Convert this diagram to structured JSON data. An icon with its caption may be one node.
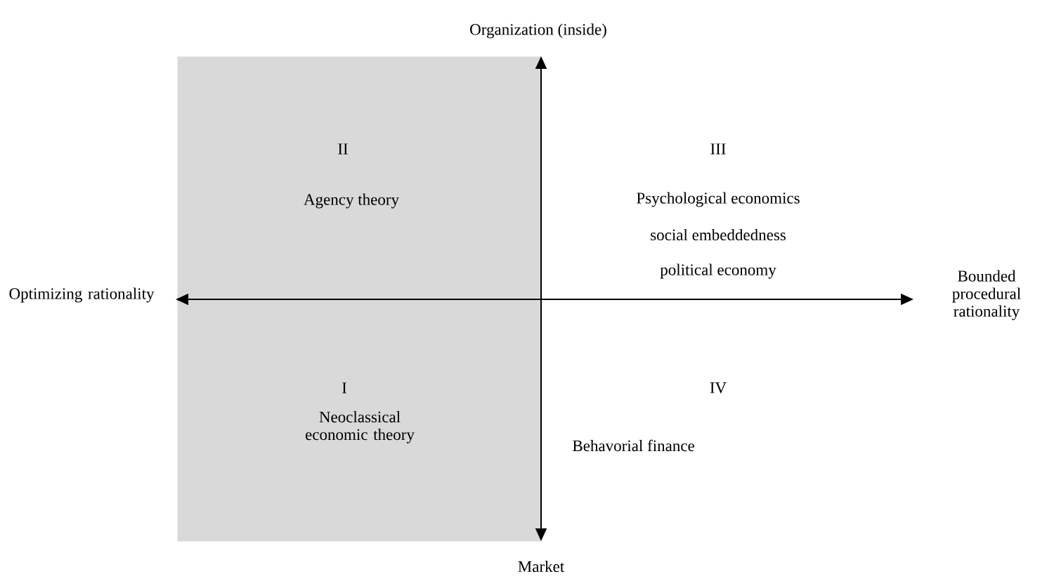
{
  "diagram": {
    "nodes": [
      {
        "text": [
          "II",
          "Agency theory",
          "I",
          "Neoclassical economic theory"
        ]
      }
    ],
    "labels": [
      "Organization (inside)",
      "III",
      "Psychological economics",
      "social embeddedness",
      "political economy",
      "Optimizing rationality",
      "Bounded procedural rationality",
      "IV",
      "Behavorial finance",
      "Market"
    ]
  }
}
